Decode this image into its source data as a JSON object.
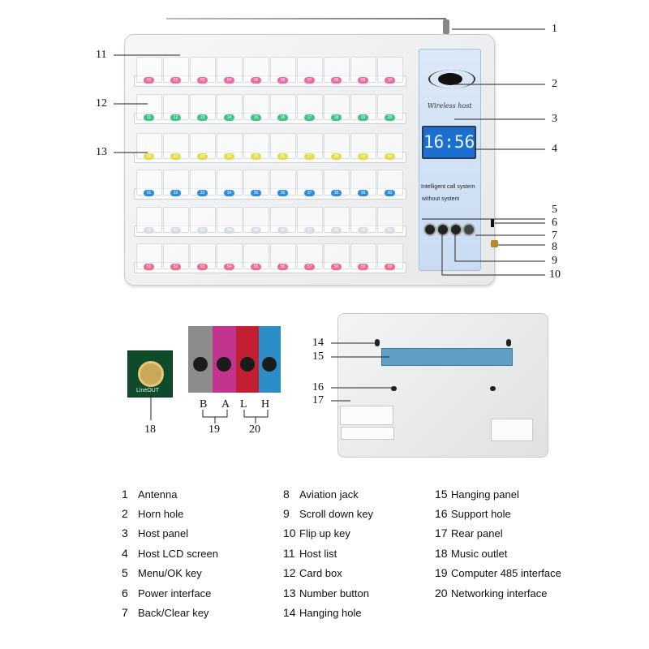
{
  "panel_text": {
    "brand_script": "Wireless host",
    "lcd_time": "16:56",
    "line1": "Intelligent call system",
    "line2": "without system"
  },
  "jack_labels": {
    "music_outlet": "LineOUT",
    "b": "B",
    "a": "A",
    "l": "L",
    "h": "H"
  },
  "callouts": [
    "1",
    "2",
    "3",
    "4",
    "5",
    "6",
    "7",
    "8",
    "9",
    "10",
    "11",
    "12",
    "13",
    "14",
    "15",
    "16",
    "17",
    "18",
    "19",
    "20"
  ],
  "slot_numbers": [
    [
      "01",
      "02",
      "03",
      "04",
      "05",
      "06",
      "07",
      "08",
      "09",
      "10"
    ],
    [
      "11",
      "12",
      "13",
      "14",
      "15",
      "16",
      "17",
      "18",
      "19",
      "20"
    ],
    [
      "21",
      "22",
      "23",
      "24",
      "25",
      "26",
      "27",
      "28",
      "29",
      "30"
    ],
    [
      "31",
      "32",
      "33",
      "34",
      "35",
      "36",
      "37",
      "38",
      "39",
      "40"
    ],
    [
      "41",
      "42",
      "43",
      "44",
      "45",
      "46",
      "47",
      "48",
      "49",
      "50"
    ],
    [
      "51",
      "52",
      "53",
      "54",
      "55",
      "56",
      "57",
      "58",
      "59",
      "60"
    ]
  ],
  "row_colors": [
    "#f06aa0",
    "#3fc486",
    "#e3dd4a",
    "#2f8be0",
    "#d9dde3",
    "#f06a8a"
  ],
  "legend": [
    {
      "n": "1",
      "label": "Antenna"
    },
    {
      "n": "2",
      "label": "Horn hole"
    },
    {
      "n": "3",
      "label": "Host panel"
    },
    {
      "n": "4",
      "label": "Host LCD screen"
    },
    {
      "n": "5",
      "label": "Menu/OK key"
    },
    {
      "n": "6",
      "label": "Power interface"
    },
    {
      "n": "7",
      "label": "Back/Clear key"
    },
    {
      "n": "8",
      "label": "Aviation jack"
    },
    {
      "n": "9",
      "label": "Scroll down key"
    },
    {
      "n": "10",
      "label": "Flip up key"
    },
    {
      "n": "11",
      "label": "Host list"
    },
    {
      "n": "12",
      "label": "Card box"
    },
    {
      "n": "13",
      "label": "Number button"
    },
    {
      "n": "14",
      "label": "Hanging hole"
    },
    {
      "n": "15",
      "label": "Hanging panel"
    },
    {
      "n": "16",
      "label": "Support hole"
    },
    {
      "n": "17",
      "label": "Rear panel"
    },
    {
      "n": "18",
      "label": "Music outlet"
    },
    {
      "n": "19",
      "label": "Computer 485 interface"
    },
    {
      "n": "20",
      "label": "Networking interface"
    }
  ]
}
